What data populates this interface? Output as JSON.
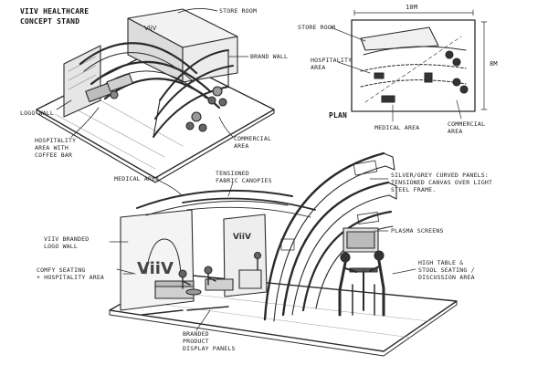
{
  "header": {
    "title": "ViiV Healthcare",
    "subtitle": "Concept Stand"
  },
  "plan": {
    "title": "Plan",
    "dim_width": "10m",
    "dim_depth": "8m"
  },
  "annotations": {
    "store_room_top": "Store Room",
    "brand_wall": "Brand Wall",
    "logo_wall": "Logo Wall",
    "hospitality_area_bar": [
      "Hospitality",
      "Area with",
      "Coffee Bar"
    ],
    "commercial_area_top": [
      "Commercial",
      "Area"
    ],
    "store_room_plan": "Store Room",
    "hospitality_area_plan": [
      "Hospitality",
      "Area"
    ],
    "medical_area_plan": "Medical Area",
    "commercial_area_plan": [
      "Commercial",
      "Area"
    ],
    "medical_area": "Medical Area",
    "tensioned_fabric_canopies": [
      "Tensioned",
      "Fabric Canopies"
    ],
    "curved_panels": [
      "Silver/Grey Curved Panels:",
      "Tensioned Canvas over Light",
      "Steel Frame."
    ],
    "plasma_screens": "Plasma Screens",
    "viiv_branded_logo_wall": [
      "ViiV Branded",
      "Logo Wall"
    ],
    "comfy_seating": [
      "Comfy Seating",
      "+ Hospitality Area"
    ],
    "high_table_stools": [
      "High Table &",
      "Stool Seating /",
      "Discussion Area"
    ],
    "branded_product_display": [
      "Branded",
      "Product",
      "Display Panels"
    ]
  },
  "icons": [
    "pencil-sketch"
  ]
}
